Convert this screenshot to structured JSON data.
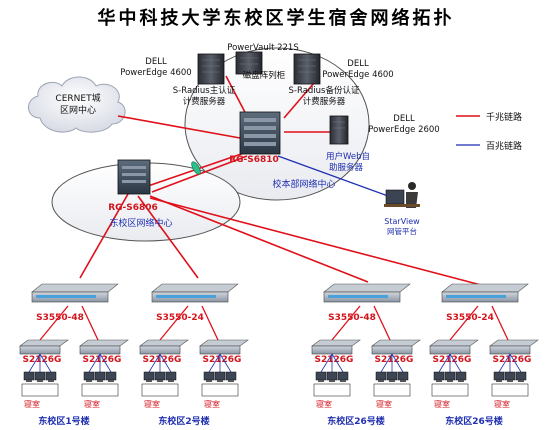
{
  "title": "华中科技大学东校区学生宿舍网络拓扑",
  "legend": {
    "gigabit": "千兆链路",
    "fast": "百兆链路"
  },
  "colors": {
    "gigabit": "#e0101a",
    "fast": "#1f2fb0",
    "label_red": "#d4141c",
    "label_blue": "#1f2fb0",
    "title": "#9aa0a8",
    "building": "#1f2fb0"
  },
  "cernet": {
    "line1": "CERNET城",
    "line2": "区网中心"
  },
  "servers": {
    "storage": {
      "line1": "PowerVault 221S",
      "line2": "磁盘阵列柜"
    },
    "dell_left": {
      "line1": "DELL",
      "line2": "PowerEdge 4600"
    },
    "dell_right": {
      "line1": "DELL",
      "line2": "PowerEdge 4600"
    },
    "radius_main": {
      "line1": "S-Radius主认证",
      "line2": "计费服务器"
    },
    "radius_backup": {
      "line1": "S-Radius备份认证",
      "line2": "计费服务器"
    },
    "dell_2600": {
      "line1": "DELL",
      "line2": "PowerEdge 2600"
    },
    "web_self": {
      "line1": "用户Web自",
      "line2": "助服务器"
    }
  },
  "core": {
    "switch_label": "RG-S6810",
    "center_label": "校本部网络中心"
  },
  "east": {
    "switch_label": "RG-S6806",
    "center_label": "东校区网络中心"
  },
  "starview": {
    "line1": "StarView",
    "line2": "网管平台"
  },
  "buildings": [
    {
      "name": "东校区1号楼",
      "aggregate": "S3550-48",
      "access": [
        "S2126G",
        "S2126G"
      ],
      "room": "寝室"
    },
    {
      "name": "东校区2号楼",
      "aggregate": "S3550-24",
      "access": [
        "S2126G",
        "S2126G"
      ],
      "room": "寝室"
    },
    {
      "name": "东校区26号楼",
      "aggregate": "S3550-48",
      "access": [
        "S2126G",
        "S2126G"
      ],
      "room": "寝室"
    },
    {
      "name": "东校区26号楼",
      "aggregate": "S3550-24",
      "access": [
        "S2126G",
        "S2126G"
      ],
      "room": "寝室"
    }
  ]
}
